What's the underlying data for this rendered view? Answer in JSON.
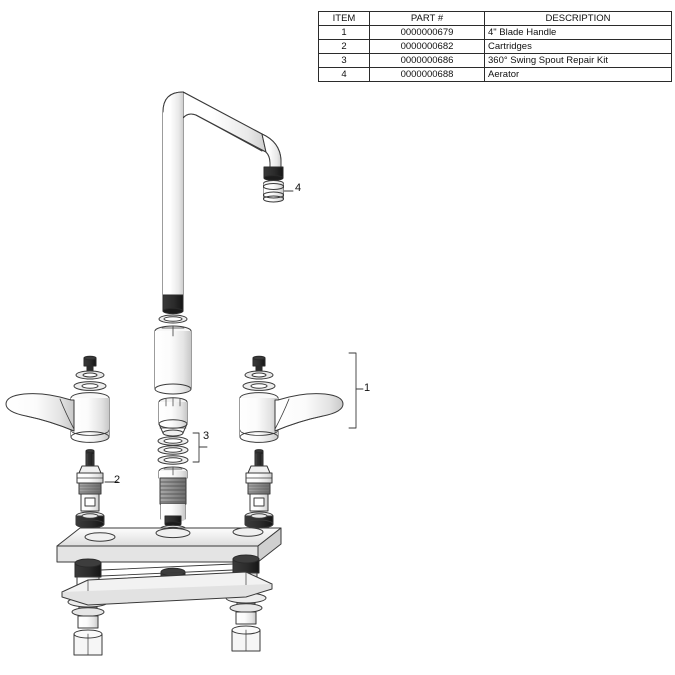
{
  "document": {
    "kind": "exploded-parts-diagram",
    "subject": "Deck mount faucet with 360 degree swing gooseneck spout"
  },
  "parts_table": {
    "headers": [
      "ITEM",
      "PART #",
      "DESCRIPTION"
    ],
    "rows": [
      {
        "item": "1",
        "part": "0000000679",
        "description": "4\" Blade Handle"
      },
      {
        "item": "2",
        "part": "0000000682",
        "description": "Cartridges"
      },
      {
        "item": "3",
        "part": "0000000686",
        "description": "360° Swing Spout Repair Kit"
      },
      {
        "item": "4",
        "part": "0000000688",
        "description": "Aerator"
      }
    ]
  },
  "callouts": [
    {
      "id": "1",
      "label": "1",
      "target": "blade-handle-assembly",
      "marker": "bracket"
    },
    {
      "id": "2",
      "label": "2",
      "target": "cartridge",
      "marker": "leader"
    },
    {
      "id": "3",
      "label": "3",
      "target": "swing-spout-repair-kit-orings",
      "marker": "bracket"
    },
    {
      "id": "4",
      "label": "4",
      "target": "aerator",
      "marker": "leader"
    }
  ],
  "colors": {
    "line": "#3a3a3a",
    "dark_fill": "#2e2e2e",
    "mid_fill": "#9a9a9a",
    "light_fill": "#f2f2f2",
    "background": "#ffffff",
    "text": "#111111"
  }
}
